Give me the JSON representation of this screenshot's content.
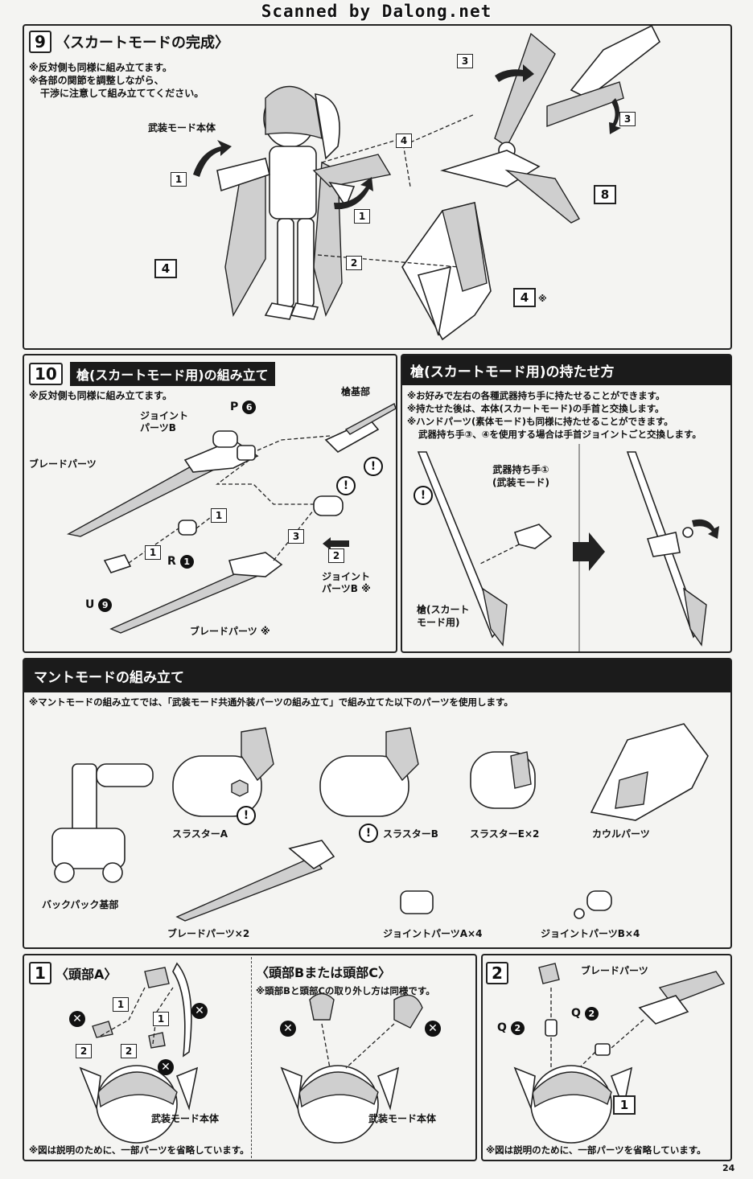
{
  "watermark": "Scanned by Dalong.net",
  "step9": {
    "num": "9",
    "title": "〈スカートモードの完成〉",
    "notes": [
      "※反対側も同様に組み立てます。",
      "※各部の関節を調整しながら、",
      "干渉に注意して組み立ててください。"
    ],
    "body_label": "武装モード本体",
    "callouts": {
      "c1a": "1",
      "c1b": "1",
      "c2": "2",
      "c3a": "3",
      "c3b": "3",
      "c4a": "4",
      "c4b": "4",
      "c4c": "4",
      "c8": "8",
      "asterisk": "※"
    }
  },
  "step10": {
    "num": "10",
    "title": "槍(スカートモード用)の組み立て",
    "note": "※反対側も同様に組み立てます。",
    "labels": {
      "joint_b": "ジョイント\nパーツB",
      "joint_b_ast": "ジョイント\nパーツB ※",
      "blade": "ブレードパーツ",
      "blade_ast": "ブレードパーツ ※",
      "spear_base": "槍基部",
      "p": "P",
      "p_num": "6",
      "r": "R",
      "r_num": "1",
      "u": "U",
      "u_num": "9"
    },
    "callouts": {
      "a": "1",
      "b": "1",
      "c": "2",
      "d": "3"
    },
    "warn": "!"
  },
  "hold": {
    "title": "槍(スカートモード用)の持たせ方",
    "notes": [
      "※お好みで左右の各種武器持ち手に持たせることができます。",
      "※持たせた後は、本体(スカートモード)の手首と交換します。",
      "※ハンドパーツ(素体モード)も同様に持たせることができます。",
      "武器持ち手③、④を使用する場合は手首ジョイントごと交換します。"
    ],
    "hand_label": "武器持ち手①\n(武装モード)",
    "spear_label": "槍(スカート\nモード用)"
  },
  "mantle": {
    "title": "マントモードの組み立て",
    "note": "※マントモードの組み立てでは、「武装モード共通外装パーツの組み立て」で組み立てた以下のパーツを使用します。",
    "parts": [
      "バックパック基部",
      "スラスターA",
      "スラスターB",
      "スラスターE×2",
      "カウルパーツ",
      "ブレードパーツ×2",
      "ジョイントパーツA×4",
      "ジョイントパーツB×4"
    ]
  },
  "m1": {
    "num": "1",
    "title_a": "〈頭部A〉",
    "title_bc": "〈頭部Bまたは頭部C〉",
    "note_bc": "※頭部Bと頭部Cの取り外し方は同様です。",
    "body_label": "武装モード本体",
    "footnote": "※図は説明のために、一部パーツを省略しています。",
    "callouts": [
      "1",
      "1",
      "2",
      "2"
    ],
    "x": "✕"
  },
  "m2": {
    "num": "2",
    "blade_label": "ブレードパーツ",
    "q": "Q",
    "q_num": "2",
    "callout": "1",
    "footnote": "※図は説明のために、一部パーツを省略しています。"
  },
  "page_number": "24"
}
